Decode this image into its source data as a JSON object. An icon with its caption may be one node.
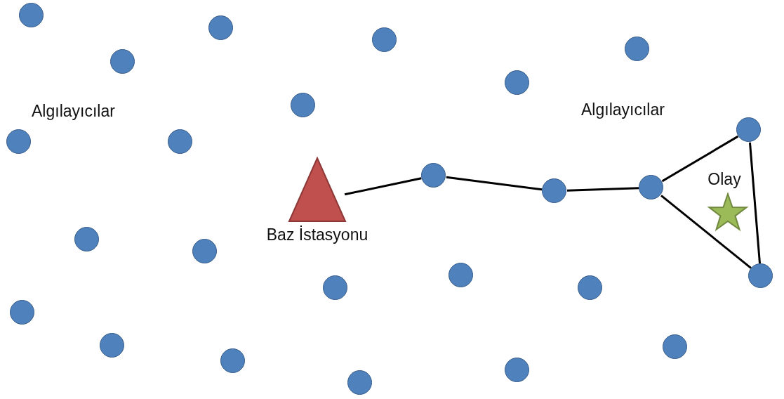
{
  "diagram": {
    "nodes": [
      {
        "text": [],
        "shape": "circle"
      },
      {
        "text": [],
        "shape": "circle"
      },
      {
        "text": [],
        "shape": "circle"
      },
      {
        "text": [],
        "shape": "circle"
      },
      {
        "text": [],
        "shape": "circle"
      },
      {
        "text": [],
        "shape": "circle"
      },
      {
        "text": [],
        "shape": "circle"
      },
      {
        "text": [],
        "shape": "circle"
      },
      {
        "text": [],
        "shape": "circle"
      },
      {
        "text": [],
        "shape": "circle"
      },
      {
        "text": [],
        "shape": "circle"
      },
      {
        "text": [
          "Baz İstasyonu"
        ]
      },
      {
        "text": [],
        "shape": "circle"
      },
      {
        "text": [],
        "shape": "circle"
      },
      {
        "text": [],
        "shape": "circle"
      },
      {
        "text": [],
        "shape": "circle"
      },
      {
        "text": [],
        "shape": "circle"
      },
      {
        "text": [],
        "shape": "circle"
      },
      {
        "text": [],
        "shape": "circle"
      },
      {
        "text": [],
        "shape": "circle"
      },
      {
        "text": [],
        "shape": "circle"
      },
      {
        "text": [],
        "shape": "circle"
      },
      {
        "text": [],
        "shape": "circle"
      },
      {
        "text": [],
        "shape": "circle"
      },
      {
        "text": [
          "Olay"
        ]
      },
      {
        "text": [],
        "shape": "circle"
      },
      {
        "text": [],
        "shape": "circle"
      }
    ],
    "edges": [
      {
        "from": 11,
        "to": 15,
        "arrow": "none"
      },
      {
        "from": 15,
        "to": 19,
        "arrow": "none"
      },
      {
        "from": 19,
        "to": 22,
        "arrow": "none"
      },
      {
        "from": 22,
        "to": 25,
        "arrow": "none"
      },
      {
        "from": 22,
        "to": 26,
        "arrow": "none"
      },
      {
        "from": 25,
        "to": 26,
        "arrow": "none"
      }
    ],
    "labels": [
      "Algılayıcılar",
      "Algılayıcılar"
    ]
  }
}
